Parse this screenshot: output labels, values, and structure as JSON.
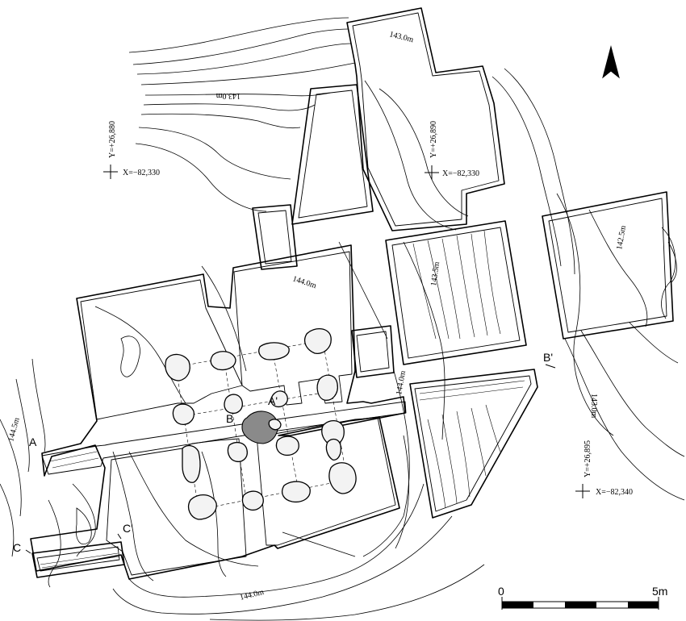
{
  "contour_labels": {
    "c1430_top": "143.0m",
    "c1430_left": "143.0m",
    "c1440_center": "144.0m",
    "c1435": "143.5m",
    "c1425": "142.5m",
    "c1430_right": "143.0m",
    "c1440_east": "144.0m",
    "c1440_bottom": "144.0m",
    "c1445": "144.5m"
  },
  "grid_points": [
    {
      "y": "Y=+26,880",
      "x": "X=−82,330"
    },
    {
      "y": "Y=+26,890",
      "x": "X=−82,330"
    },
    {
      "y": "Y=+26,895",
      "x": "X=−82,340"
    }
  ],
  "sections": {
    "a": "A",
    "a_prime": "A'",
    "b": "B",
    "b_prime": "B'",
    "c": "C",
    "c_prime": "C'"
  },
  "scale": {
    "zero": "0",
    "max": "5m"
  },
  "north_icon": "north-arrow-icon"
}
